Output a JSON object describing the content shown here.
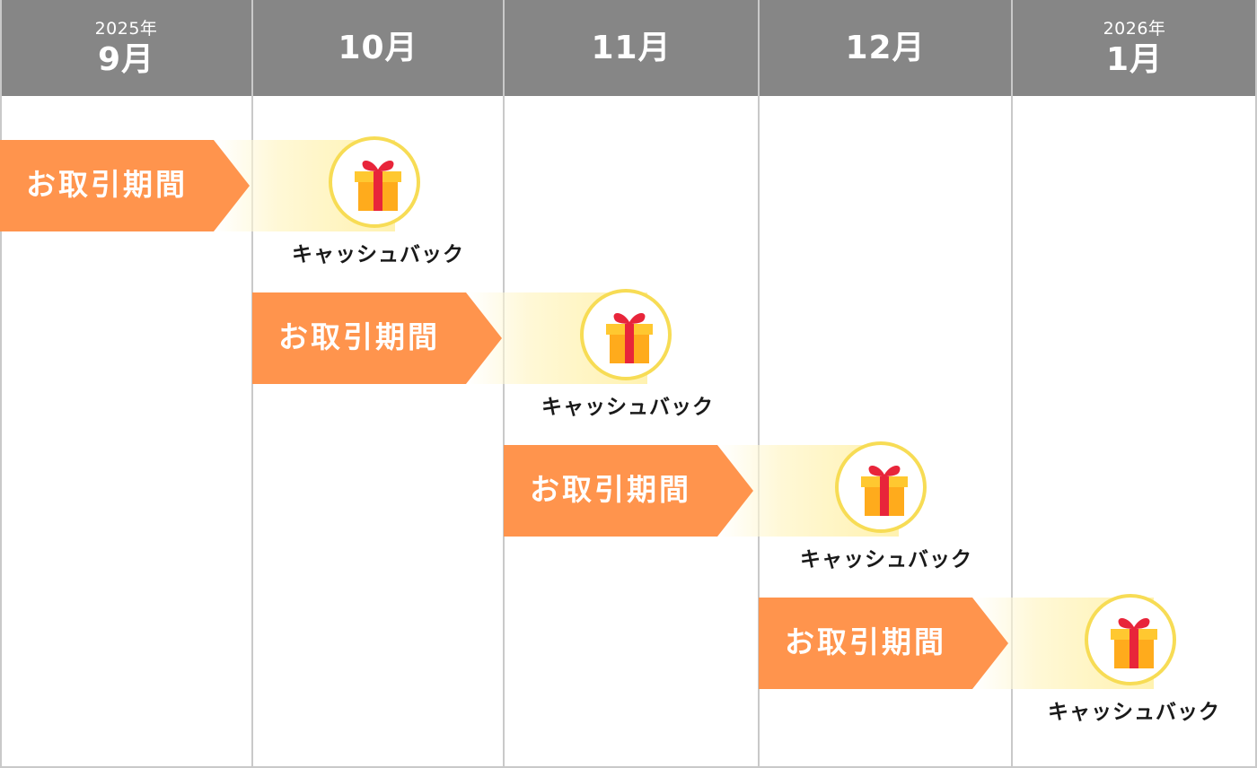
{
  "header": {
    "months": [
      {
        "year": "2025年",
        "month": "9月"
      },
      {
        "year": "",
        "month": "10月"
      },
      {
        "year": "",
        "month": "11月"
      },
      {
        "year": "",
        "month": "12月"
      },
      {
        "year": "2026年",
        "month": "1月"
      }
    ]
  },
  "rows": [
    {
      "period_label": "お取引期間",
      "reward_label": "キャッシュバック",
      "reward_icon": "gift-icon"
    },
    {
      "period_label": "お取引期間",
      "reward_label": "キャッシュバック",
      "reward_icon": "gift-icon"
    },
    {
      "period_label": "お取引期間",
      "reward_label": "キャッシュバック",
      "reward_icon": "gift-icon"
    },
    {
      "period_label": "お取引期間",
      "reward_label": "キャッシュバック",
      "reward_icon": "gift-icon"
    }
  ],
  "colors": {
    "header_bg": "#868686",
    "arrow_fill": "#ff944d",
    "glow": "#fff2b0",
    "circle_border": "#f7dc55",
    "gift_box": "#ffb020",
    "gift_ribbon": "#e8253a"
  }
}
